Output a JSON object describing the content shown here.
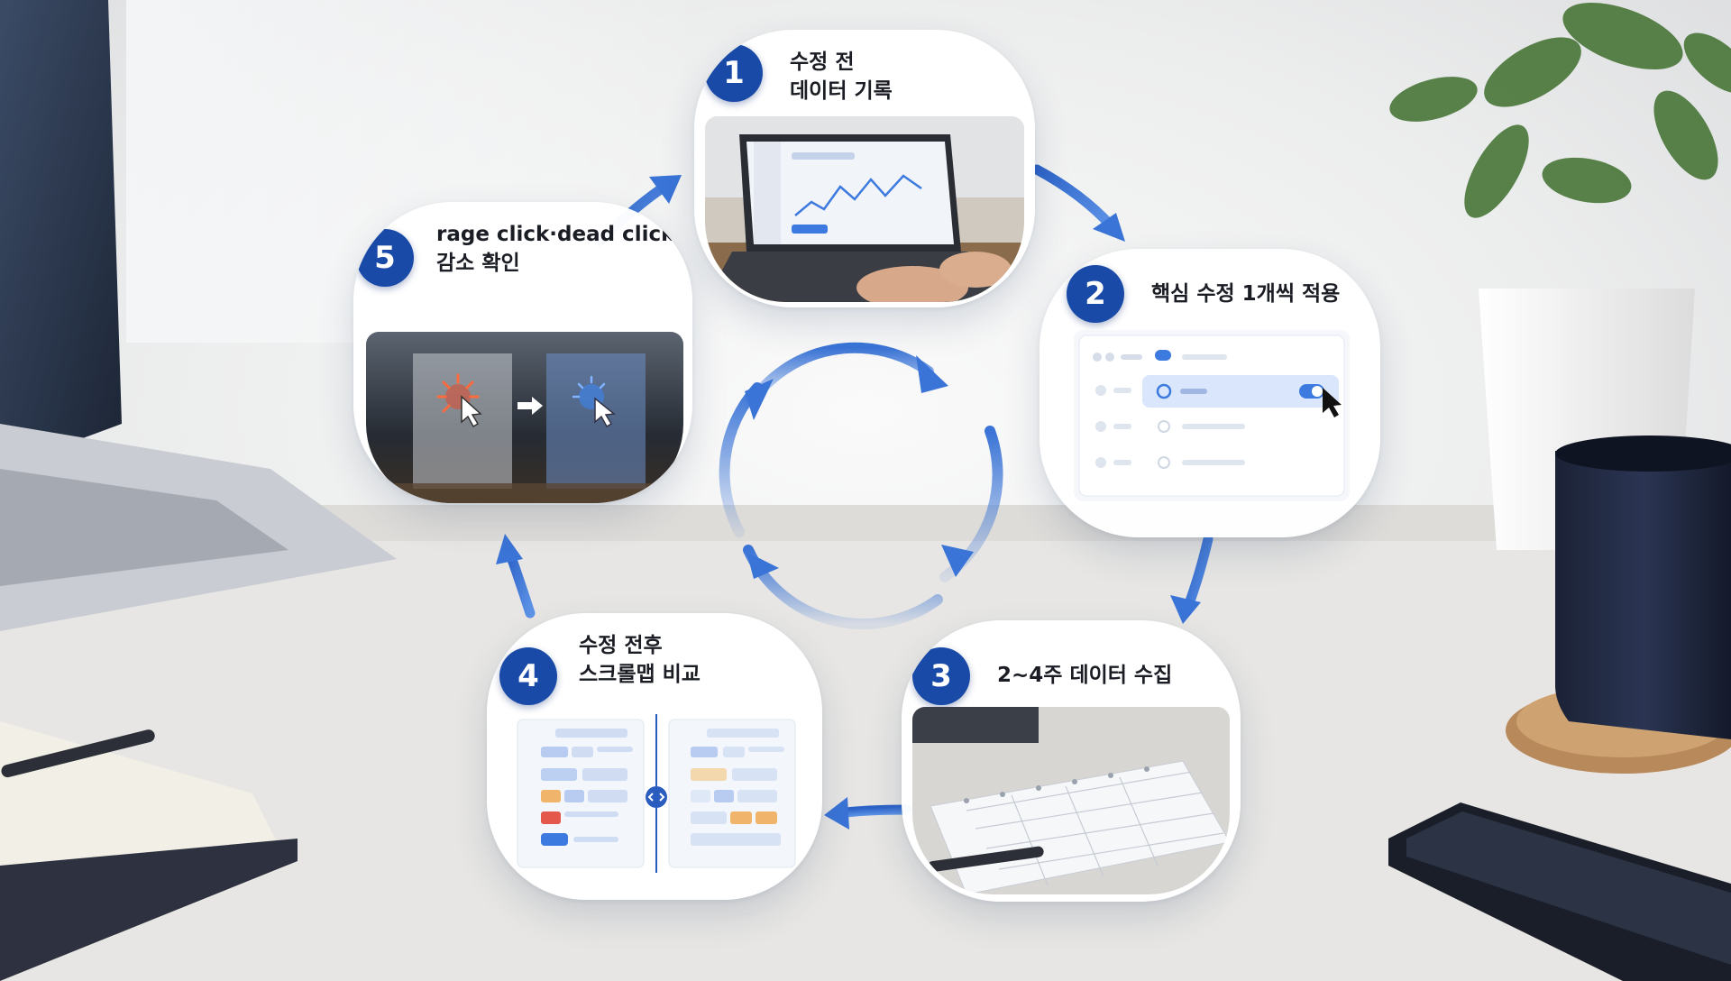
{
  "steps": [
    {
      "number": "1",
      "line1": "수정 전",
      "line2": "데이터 기록"
    },
    {
      "number": "2",
      "line1": "핵심 수정 1개씩 적용",
      "line2": ""
    },
    {
      "number": "3",
      "line1": "2~4주 데이터 수집",
      "line2": ""
    },
    {
      "number": "4",
      "line1": "수정 전후",
      "line2": "스크롤맵 비교"
    },
    {
      "number": "5",
      "line1": "rage click·dead click",
      "line2": "감소 확인"
    }
  ],
  "colors": {
    "badge": "#1a4aa8",
    "arrow": "#3a74d6",
    "hot": "#e2492a",
    "cool": "#3c86f0"
  },
  "icons": [
    "cursor-icon",
    "toggle-icon",
    "expand-icon",
    "arrow-right-icon",
    "click-burst-icon"
  ]
}
